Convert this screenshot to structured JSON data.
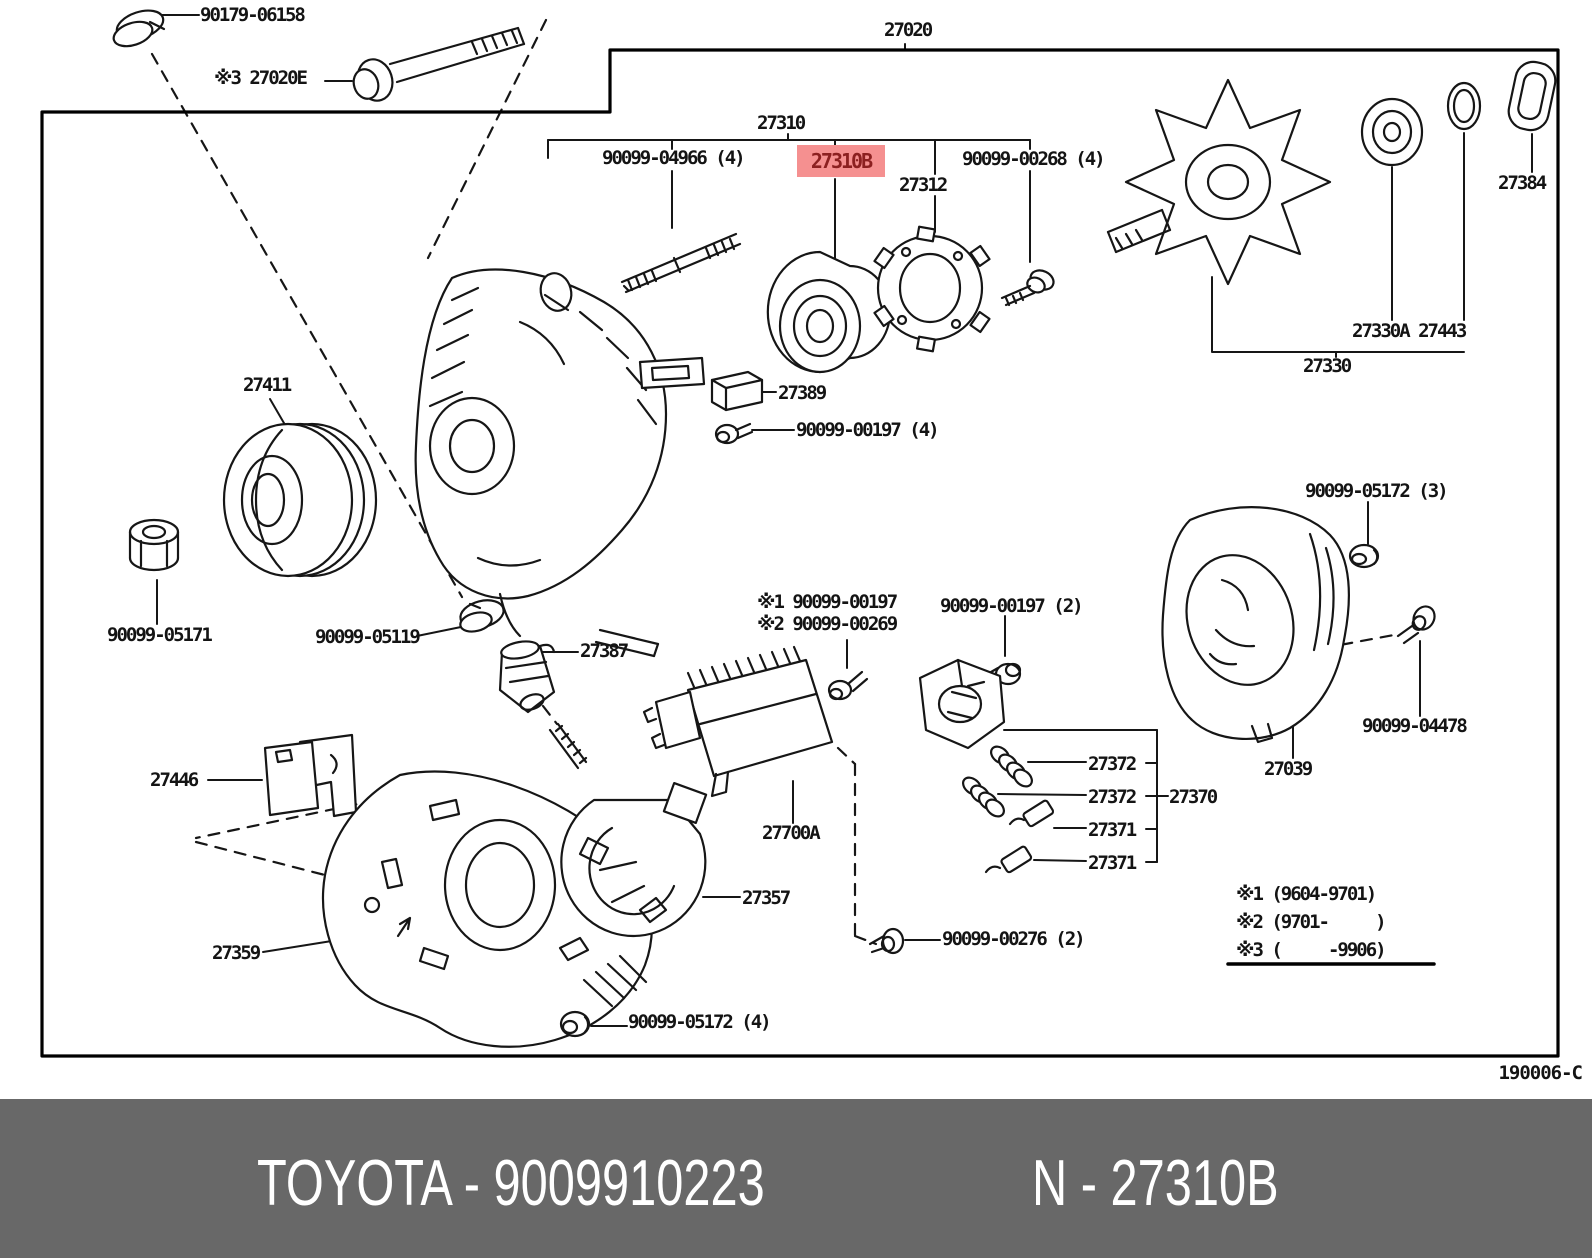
{
  "parts": {
    "n90179_06158": "90179-06158",
    "n27020e": "※3 27020E",
    "n27020": "27020",
    "n27310": "27310",
    "n90099_04966": "90099-04966 (4)",
    "n27310b": "27310B",
    "n27312": "27312",
    "n90099_00268": "90099-00268 (4)",
    "n27384": "27384",
    "n27330a_27443": "27330A 27443",
    "n27330": "27330",
    "n27411": "27411",
    "n90099_05171": "90099-05171",
    "n90099_05119": "90099-05119",
    "n27387": "27387",
    "n27389": "27389",
    "n90099_00197_4": "90099-00197 (4)",
    "note1_screw": "※1 90099-00197",
    "note2_screw": "※2 90099-00269",
    "n90099_00197_2": "90099-00197 (2)",
    "n27700a": "27700A",
    "n27372_1": "27372",
    "n27372_2": "27372",
    "n27371_1": "27371",
    "n27371_2": "27371",
    "n27370": "27370",
    "n27039": "27039",
    "n90099_05172_3": "90099-05172 (3)",
    "n90099_04478": "90099-04478",
    "n27446": "27446",
    "n27359": "27359",
    "n27357": "27357",
    "n90099_05172_4": "90099-05172 (4)",
    "n90099_00276": "90099-00276 (2)"
  },
  "notes": [
    "※1 (9604-9701)",
    "※2 (9701-     )",
    "※3 (     -9906)"
  ],
  "doc_code": "190006-C",
  "footer": {
    "left": "TOYOTA - 9009910223",
    "right": "N - 27310B"
  },
  "colors": {
    "highlight_bg": "#f59090",
    "highlight_fg": "#8c2020",
    "footer_bg": "#686868",
    "line": "#161616"
  }
}
